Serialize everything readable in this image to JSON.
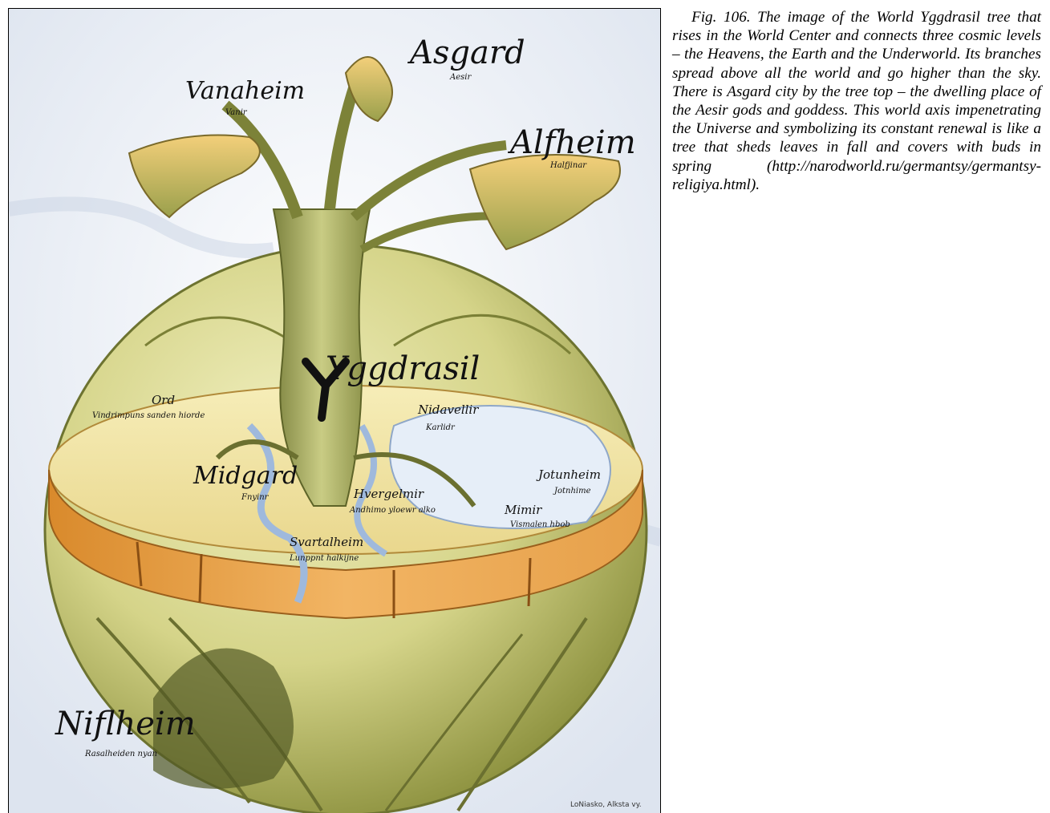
{
  "caption": "Fig. 106. The image of the World Yggdrasil tree that rises in the World Center and connects three cosmic levels – the Heavens, the Earth and the Underworld. Its branches spread above all the world and go higher than the sky. There is Asgard city by the tree top – the dwelling place of the Aesir gods and goddess. This world axis impenetrating the Universe and symbolizing its constant renewal is like a tree that sheds leaves in fall and covers with buds in spring (http://narodworld.ru/germantsy/germantsy-religiya.html).",
  "illustration": {
    "labels": {
      "asgard": "Asgard",
      "asgard_sub": "Aesir",
      "vanaheim": "Vanaheim",
      "vanaheim_sub": "Vanir",
      "alfheim": "Alfheim",
      "alfheim_sub": "Halfjinar",
      "yggdrasil": "Yggdrasil",
      "nidavellir": "Nidavellir",
      "nidavellir_sub": "Karlidr",
      "midgard": "Midgard",
      "midgard_sub": "Fnyinr",
      "ord": "Ord",
      "ord_sub": "Vindrimpuns sanden hiorde",
      "hvergelmir": "Hvergelmir",
      "hvergelmir_sub": "Andhimo yloewr alko",
      "jotunheim": "Jotunheim",
      "jotunheim_sub": "Jotnhime",
      "mimir": "Mimir",
      "mimir_sub": "Vismalen hbob",
      "svartalheim": "Svartalheim",
      "svartalheim_sub": "Lunppnt halkijne",
      "niflheim": "Niflheim",
      "niflheim_sub": "Rasalheiden nyan",
      "credit": "LoNiasko, Alksta vy."
    }
  }
}
